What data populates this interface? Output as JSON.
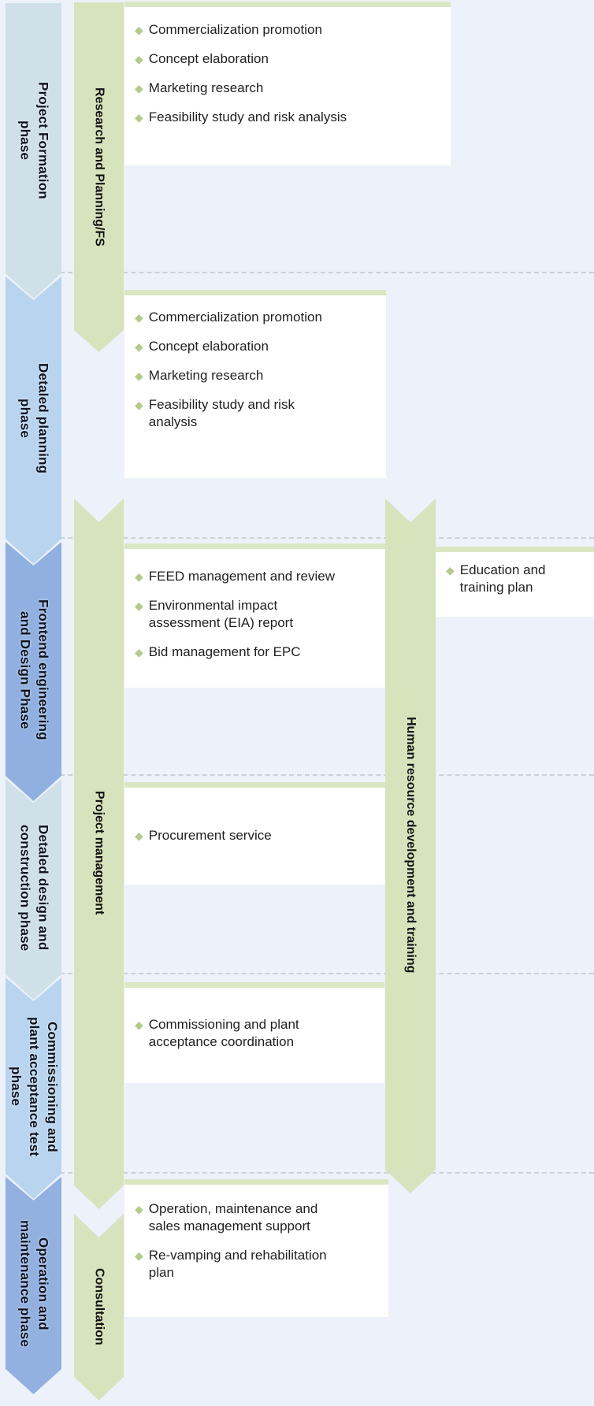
{
  "diagram": {
    "type": "project-phase-flow",
    "colors": {
      "background": "#edf1f9",
      "phase_light_blue": "#cfe0e9",
      "phase_mid_blue": "#b8d4ef",
      "phase_dark_blue": "#8fb0e0",
      "stream_green": "#d6e3bc",
      "box_top_strip_green": "#d9e7c3",
      "diamond_bullet_green": "#b5cb8e",
      "separator_gray": "#ccd1d9",
      "box_white": "#ffffff",
      "text_dark": "#1f1f1f"
    }
  },
  "phases": [
    {
      "label": "Project Formation\nphase"
    },
    {
      "label": "Detaled planning\nphase"
    },
    {
      "label": "Frontend engineering\nand Design Phase"
    },
    {
      "label": "Detaled design and\nconstruction phase"
    },
    {
      "label": "Commissioning and\nplant acceptance test\nphase"
    },
    {
      "label": "Operation and\nmaintenance phase"
    }
  ],
  "streams": [
    {
      "label": "Research and Planning/FS"
    },
    {
      "label": "Project management"
    },
    {
      "label": "Human resource development and training"
    },
    {
      "label": "Consultation"
    }
  ],
  "boxes": [
    {
      "items": [
        "Commercialization promotion",
        "Concept elaboration",
        "Marketing research",
        "Feasibility study and risk analysis"
      ]
    },
    {
      "items": [
        "Commercialization promotion",
        "Concept elaboration",
        "Marketing research",
        "Feasibility study and risk analysis"
      ]
    },
    {
      "items": [
        "FEED management and review",
        "Environmental impact assessment (EIA) report",
        "Bid management for EPC"
      ]
    },
    {
      "items": [
        "Procurement service"
      ]
    },
    {
      "items": [
        "Commissioning and plant acceptance coordination"
      ]
    },
    {
      "items": [
        "Operation, maintenance and sales management support",
        "Re-vamping and rehabilitation plan"
      ]
    },
    {
      "items": [
        "Education and training plan"
      ]
    }
  ]
}
